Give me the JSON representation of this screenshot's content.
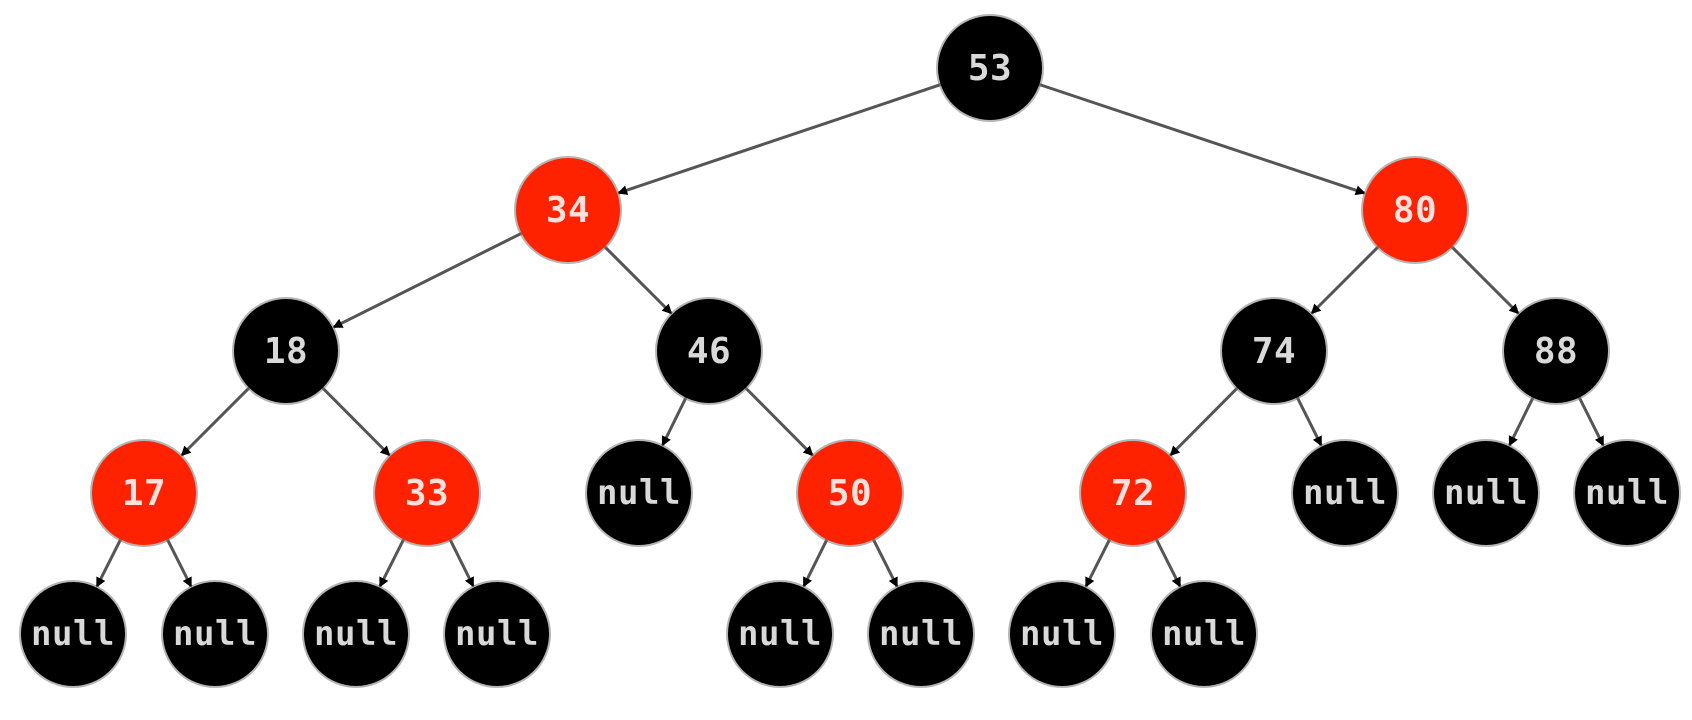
{
  "colors": {
    "red": "#ff2200",
    "black": "#000000",
    "edge": "#555555"
  },
  "nodes": {
    "n53": {
      "label": "53",
      "color": "black"
    },
    "n34": {
      "label": "34",
      "color": "red"
    },
    "n80": {
      "label": "80",
      "color": "red"
    },
    "n18": {
      "label": "18",
      "color": "black"
    },
    "n46": {
      "label": "46",
      "color": "black"
    },
    "n74": {
      "label": "74",
      "color": "black"
    },
    "n88": {
      "label": "88",
      "color": "black"
    },
    "n17": {
      "label": "17",
      "color": "red"
    },
    "n33": {
      "label": "33",
      "color": "red"
    },
    "n46L": {
      "label": "null",
      "color": "black"
    },
    "n50": {
      "label": "50",
      "color": "red"
    },
    "n72": {
      "label": "72",
      "color": "red"
    },
    "n74R": {
      "label": "null",
      "color": "black"
    },
    "n88L": {
      "label": "null",
      "color": "black"
    },
    "n88R": {
      "label": "null",
      "color": "black"
    },
    "n17L": {
      "label": "null",
      "color": "black"
    },
    "n17R": {
      "label": "null",
      "color": "black"
    },
    "n33L": {
      "label": "null",
      "color": "black"
    },
    "n33R": {
      "label": "null",
      "color": "black"
    },
    "n50L": {
      "label": "null",
      "color": "black"
    },
    "n50R": {
      "label": "null",
      "color": "black"
    },
    "n72L": {
      "label": "null",
      "color": "black"
    },
    "n72R": {
      "label": "null",
      "color": "black"
    }
  },
  "edges": [
    [
      "n53",
      "n34"
    ],
    [
      "n53",
      "n80"
    ],
    [
      "n34",
      "n18"
    ],
    [
      "n34",
      "n46"
    ],
    [
      "n80",
      "n74"
    ],
    [
      "n80",
      "n88"
    ],
    [
      "n18",
      "n17"
    ],
    [
      "n18",
      "n33"
    ],
    [
      "n46",
      "n46L"
    ],
    [
      "n46",
      "n50"
    ],
    [
      "n74",
      "n72"
    ],
    [
      "n74",
      "n74R"
    ],
    [
      "n88",
      "n88L"
    ],
    [
      "n88",
      "n88R"
    ],
    [
      "n17",
      "n17L"
    ],
    [
      "n17",
      "n17R"
    ],
    [
      "n33",
      "n33L"
    ],
    [
      "n33",
      "n33R"
    ],
    [
      "n50",
      "n50L"
    ],
    [
      "n50",
      "n50R"
    ],
    [
      "n72",
      "n72L"
    ],
    [
      "n72",
      "n72R"
    ]
  ]
}
